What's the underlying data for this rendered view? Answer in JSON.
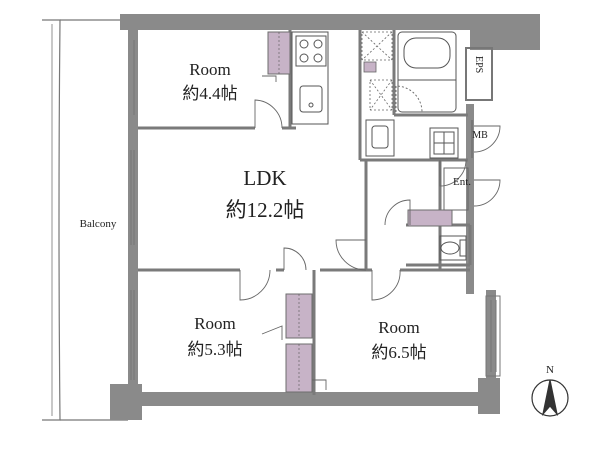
{
  "rooms": {
    "room_north": {
      "name": "Room",
      "size": "約4.4帖"
    },
    "ldk": {
      "name": "LDK",
      "size": "約12.2帖"
    },
    "room_sw": {
      "name": "Room",
      "size": "約5.3帖"
    },
    "room_se": {
      "name": "Room",
      "size": "約6.5帖"
    }
  },
  "labels": {
    "balcony": "Balcony",
    "eps": "EPS",
    "mb": "MB",
    "entrance": "Ent.",
    "north": "N"
  },
  "colors": {
    "wall": "#8a8a8a",
    "storage": "#c7b3c7",
    "fixture_stroke": "#555555",
    "line": "#666666"
  }
}
